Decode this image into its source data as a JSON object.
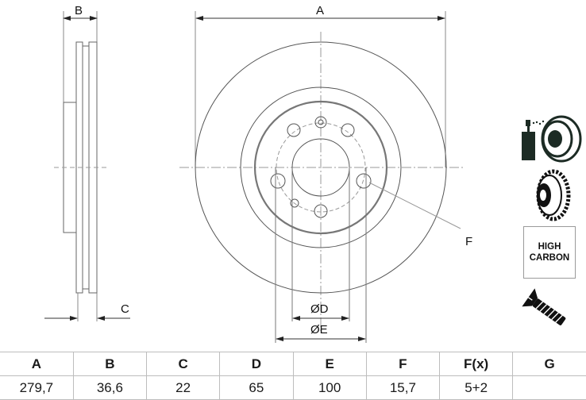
{
  "drawing": {
    "side_view": {
      "dim_top_label": "B",
      "dim_bottom_label": "C"
    },
    "front_view": {
      "dim_top_label": "A",
      "leader_label": "F",
      "dim_inner_label": "ØD",
      "dim_outer_label": "ØE"
    }
  },
  "icons": {
    "coated_disc": "spray-coated-disc-icon",
    "vented_disc": "vented-disc-icon",
    "high_carbon": {
      "line1": "HIGH",
      "line2": "CARBON"
    },
    "screw": "countersunk-screw-icon"
  },
  "spec_table": {
    "headers": [
      "A",
      "B",
      "C",
      "D",
      "E",
      "F",
      "F(x)",
      "G"
    ],
    "values": [
      "279,7",
      "36,6",
      "22",
      "65",
      "100",
      "15,7",
      "5+2",
      ""
    ]
  },
  "colors": {
    "line": "#555555",
    "thin_line": "#8a8a8a",
    "table_border": "#bdbdbd",
    "icon_fill": "#1c2b24"
  }
}
